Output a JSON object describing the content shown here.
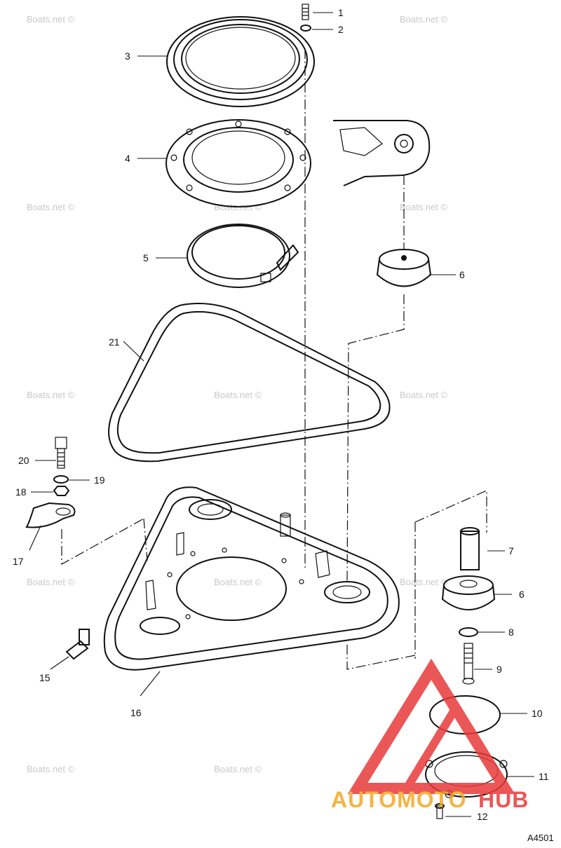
{
  "diagram": {
    "figure_code": "A4501",
    "callouts": [
      "1",
      "2",
      "3",
      "4",
      "5",
      "6",
      "7",
      "6",
      "8",
      "9",
      "10",
      "11",
      "12",
      "15",
      "16",
      "17",
      "18",
      "19",
      "20",
      "21"
    ],
    "watermark": "Boats.net ©",
    "logo": {
      "prefix": "AUTOMOTO",
      "suffix": "HUB"
    },
    "colors": {
      "line": "#111111",
      "logo_red": "#e83a3a",
      "logo_orange": "#f5a623",
      "watermark": "#c9c9c9"
    }
  }
}
